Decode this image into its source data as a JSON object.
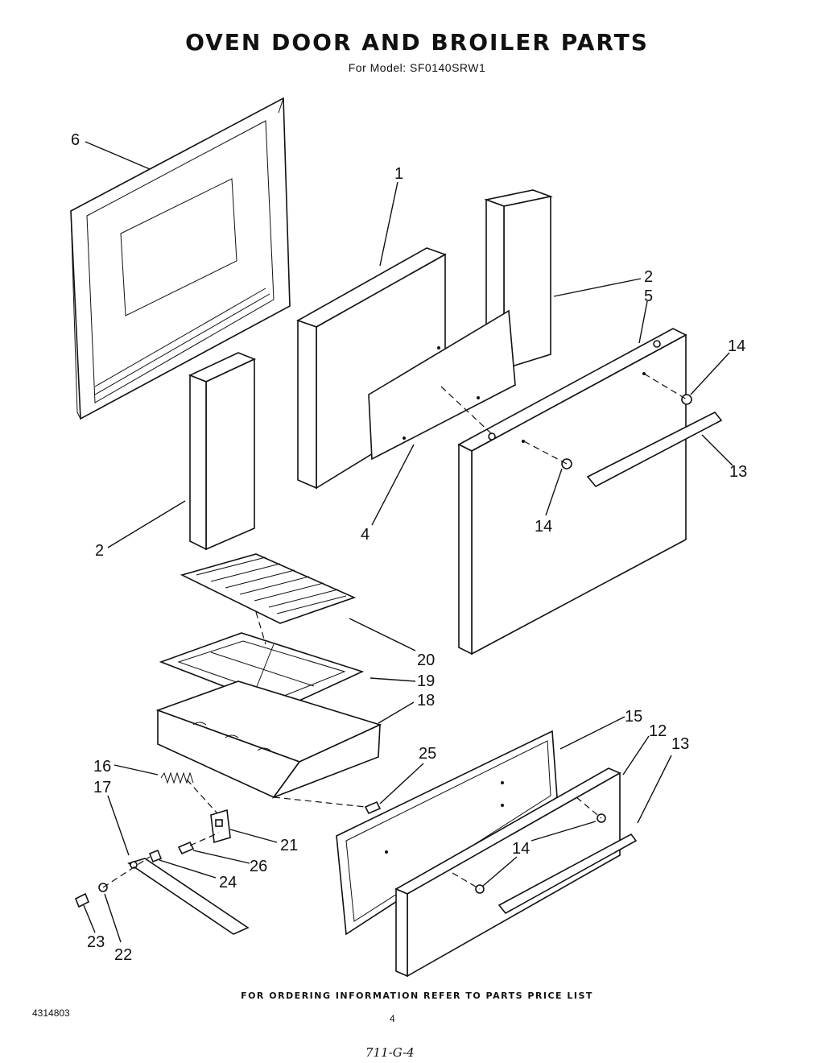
{
  "title": "OVEN DOOR AND BROILER PARTS",
  "subtitle": "For Model: SF0140SRW1",
  "footer": "FOR ORDERING INFORMATION REFER TO PARTS PRICE LIST",
  "doc_number": "4314803",
  "page_number": "4",
  "handwritten_note": "711-G-4",
  "callouts": {
    "c6": "6",
    "c1": "1",
    "c2a": "2",
    "c5": "5",
    "c14a": "14",
    "c13a": "13",
    "c14b": "14",
    "c4": "4",
    "c2b": "2",
    "c20": "20",
    "c19": "19",
    "c18": "18",
    "c15": "15",
    "c12": "12",
    "c13b": "13",
    "c16": "16",
    "c17": "17",
    "c25": "25",
    "c21": "21",
    "c26": "26",
    "c24": "24",
    "c14c": "14",
    "c23": "23",
    "c22": "22"
  }
}
